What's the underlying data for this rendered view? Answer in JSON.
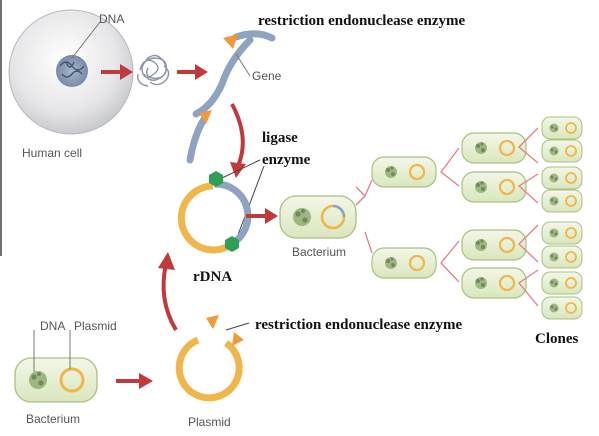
{
  "labels": {
    "dna_top": "DNA",
    "human_cell": "Human cell",
    "gene": "Gene",
    "restriction_top": "restriction endonuclease enzyme",
    "ligase_line1": "ligase",
    "ligase_line2": "enzyme",
    "rdna": "rDNA",
    "bacterium_mid": "Bacterium",
    "clones": "Clones",
    "dna_bottom": "DNA",
    "plasmid_label": "Plasmid",
    "bacterium_bottom": "Bacterium",
    "plasmid_bottom": "Plasmid",
    "restriction_bottom": "restriction endonuclease enzyme"
  },
  "colors": {
    "arrow": "#c0393b",
    "plasmid_ring": "#f0b64a",
    "gene_strand": "#8ea3bf",
    "bacterium_fill": "#e7efd3",
    "bacterium_stroke": "#a9c07f",
    "enzyme_orange": "#f29a3b",
    "ligase_green": "#2f9e57",
    "branch_pink": "#e37f86"
  },
  "icons": [
    "arrow-right-icon",
    "enzyme-triangle-icon",
    "ligase-hexagon-icon",
    "branch-icon"
  ]
}
